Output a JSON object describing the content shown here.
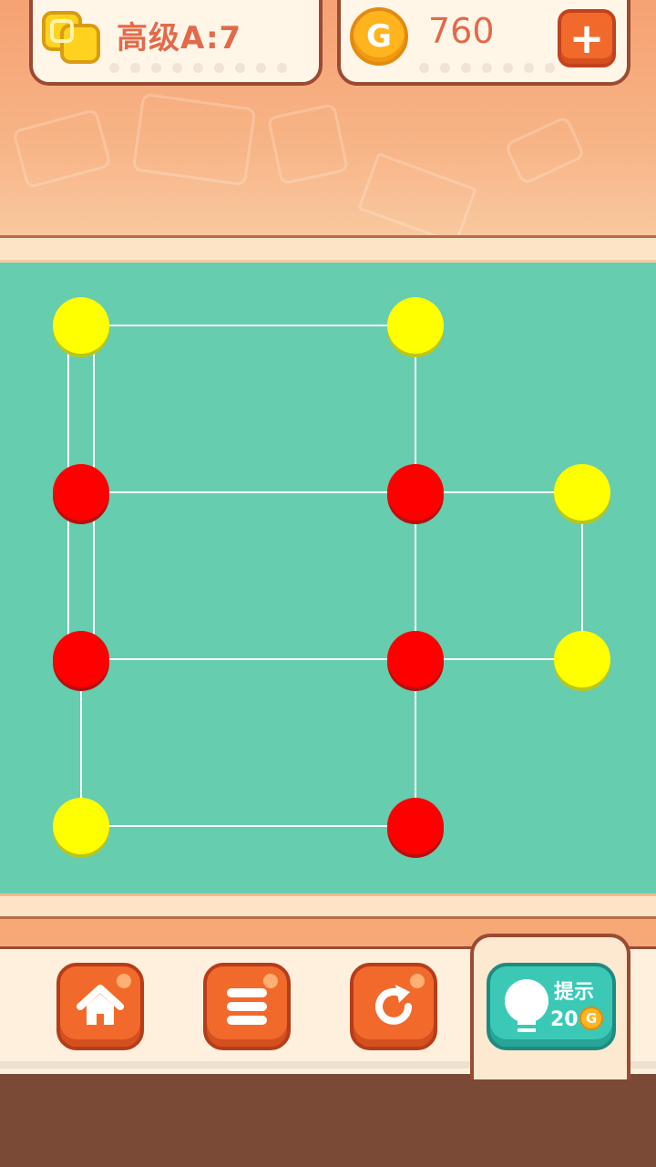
{
  "header": {
    "level_text": "高级A:7",
    "level_icon": "linked-squares-icon",
    "coin_symbol": "G",
    "coin_count": "760",
    "add_coins_symbol": "+"
  },
  "puzzle": {
    "colors": {
      "active": "#ff0000",
      "inactive": "#ffff00",
      "board": "#66cdae",
      "line": "#ffffff"
    },
    "nodes": [
      {
        "id": "n1",
        "col": 0,
        "row": 0,
        "color": "yellow"
      },
      {
        "id": "n2",
        "col": 2,
        "row": 0,
        "color": "yellow"
      },
      {
        "id": "n3",
        "col": 0,
        "row": 1,
        "color": "red"
      },
      {
        "id": "n4",
        "col": 2,
        "row": 1,
        "color": "red"
      },
      {
        "id": "n5",
        "col": 3,
        "row": 1,
        "color": "yellow"
      },
      {
        "id": "n6",
        "col": 0,
        "row": 2,
        "color": "red"
      },
      {
        "id": "n7",
        "col": 2,
        "row": 2,
        "color": "red"
      },
      {
        "id": "n8",
        "col": 3,
        "row": 2,
        "color": "yellow"
      },
      {
        "id": "n9",
        "col": 0,
        "row": 3,
        "color": "yellow"
      },
      {
        "id": "n10",
        "col": 2,
        "row": 3,
        "color": "red"
      }
    ],
    "edges": [
      {
        "from": "n1",
        "to": "n2",
        "count": 1
      },
      {
        "from": "n1",
        "to": "n3",
        "count": 2
      },
      {
        "from": "n2",
        "to": "n4",
        "count": 1
      },
      {
        "from": "n3",
        "to": "n4",
        "count": 1
      },
      {
        "from": "n4",
        "to": "n5",
        "count": 1
      },
      {
        "from": "n3",
        "to": "n6",
        "count": 2
      },
      {
        "from": "n4",
        "to": "n7",
        "count": 1
      },
      {
        "from": "n5",
        "to": "n8",
        "count": 1
      },
      {
        "from": "n6",
        "to": "n7",
        "count": 1
      },
      {
        "from": "n7",
        "to": "n8",
        "count": 1
      },
      {
        "from": "n6",
        "to": "n9",
        "count": 1
      },
      {
        "from": "n7",
        "to": "n10",
        "count": 1
      },
      {
        "from": "n9",
        "to": "n10",
        "count": 1
      }
    ]
  },
  "controls": {
    "home_icon": "home-icon",
    "menu_icon": "menu-icon",
    "restart_icon": "restart-icon",
    "hint_label": "提示",
    "hint_cost": "20",
    "hint_coin_symbol": "G"
  }
}
